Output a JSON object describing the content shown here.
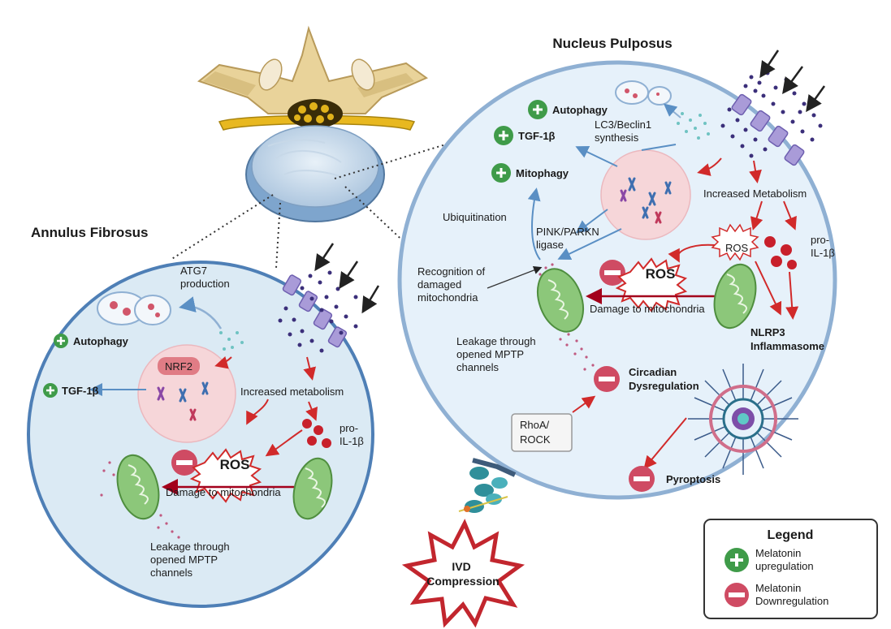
{
  "titles": {
    "nucleus": "Nucleus Pulposus",
    "annulus": "Annulus Fibrosus"
  },
  "annulus": {
    "atg7": [
      "ATG7",
      "production"
    ],
    "autophagy": "Autophagy",
    "nrf2": "NRF2",
    "tgf": "TGF-1β",
    "metabolism": "Increased metabolism",
    "pro_il": [
      "pro-",
      "IL-1β"
    ],
    "ros": "ROS",
    "damage": "Damage to mitochondria",
    "leakage": [
      "Leakage through",
      "opened MPTP",
      "channels"
    ]
  },
  "nucleus": {
    "autophagy": "Autophagy",
    "tgf": "TGF-1β",
    "lc3": [
      "LC3/Beclin1",
      "synthesis"
    ],
    "mitophagy": "Mitophagy",
    "metabolism": "Increased Metabolism",
    "ubiquitination": "Ubiquitination",
    "pink": [
      "PINK/PARKN",
      "ligase"
    ],
    "ros_small": "ROS",
    "pro_il": [
      "pro-",
      "IL-1β"
    ],
    "recognition": [
      "Recognition of",
      "damaged",
      "mitochondria"
    ],
    "ros": "ROS",
    "damage": "Damage to mitochondria",
    "nlrp3": [
      "NLRP3",
      "Inflammasome"
    ],
    "leakage": [
      "Leakage through",
      "opened MPTP",
      "channels"
    ],
    "circadian": [
      "Circadian",
      "Dysregulation"
    ],
    "rhoa": [
      "RhoA/",
      "ROCK"
    ],
    "pyroptosis": "Pyroptosis"
  },
  "ivd": [
    "IVD",
    "Compression"
  ],
  "legend": {
    "title": "Legend",
    "up": [
      "Melatonin",
      "upregulation"
    ],
    "down": [
      "Melatonin",
      "Downregulation"
    ]
  },
  "colors": {
    "cell_fill": "#e6f1fa",
    "cell_stroke": "#8fb0d3",
    "nucleus_fill": "#f6d6d9",
    "plus_green": "#3f9b49",
    "minus_red": "#cf4b63",
    "arrow_red": "#d12a2a",
    "arrow_blue": "#5a8fc4",
    "mito_green": "#8cc77a",
    "particle": "#3b2f7a"
  }
}
